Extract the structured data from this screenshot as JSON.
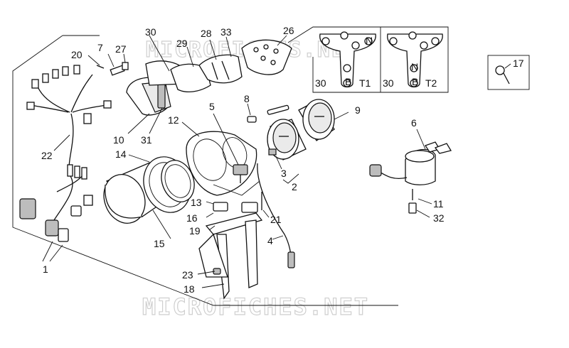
{
  "watermark": "MICROFICHES.NET",
  "callouts": {
    "p1": "1",
    "p2": "2",
    "p3": "3",
    "p4": "4",
    "p5": "5",
    "p6": "6",
    "p7": "7",
    "p8": "8",
    "p9": "9",
    "p10": "10",
    "p11": "11",
    "p12": "12",
    "p13": "13",
    "p14": "14",
    "p15": "15",
    "p16": "16",
    "p17": "17",
    "p18": "18",
    "p19": "19",
    "p20": "20",
    "p21": "21",
    "p22": "22",
    "p23": "23",
    "p26": "26",
    "p27": "27",
    "p28": "28",
    "p29": "29",
    "p30": "30",
    "p31": "31",
    "p32": "32",
    "p33": "33"
  },
  "inset_labels": {
    "t1_ref": "30",
    "t1_name": "T1",
    "t2_ref": "30",
    "t2_name": "T2"
  },
  "lamp_glyphs": {
    "neutral": "N",
    "fuel": "B"
  }
}
